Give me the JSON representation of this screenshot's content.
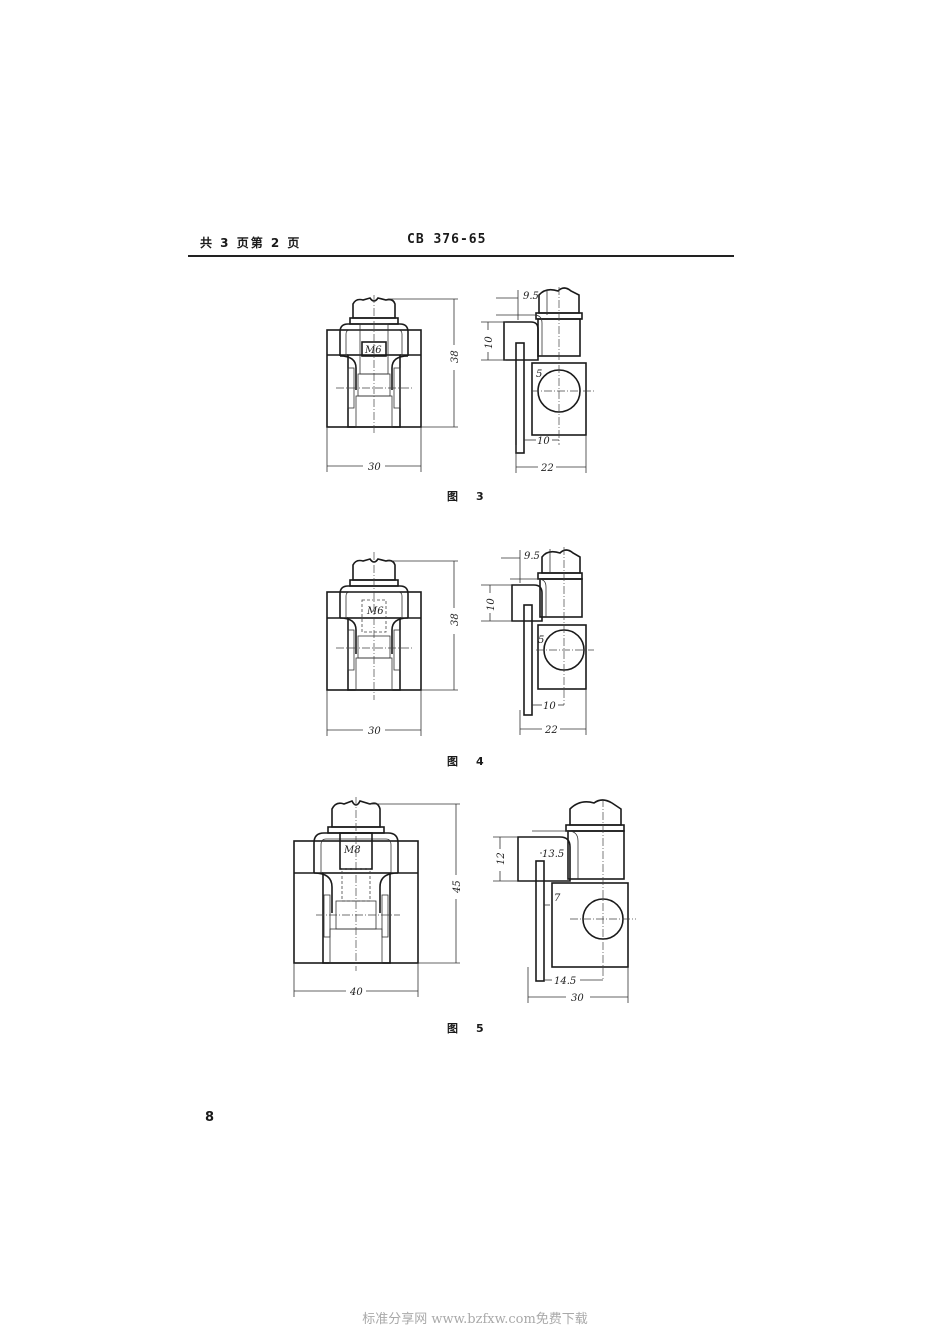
{
  "header": {
    "page_info": "共 3 页第 2 页",
    "standard_code": "CB 376-65"
  },
  "figures": [
    {
      "id": "fig3",
      "caption_label": "图",
      "caption_number": "3",
      "front_view": {
        "thread": "M6",
        "width_dim": "30",
        "height_dim": "38"
      },
      "side_view": {
        "dims": [
          "9.5",
          "10",
          "5",
          "10",
          "22"
        ]
      }
    },
    {
      "id": "fig4",
      "caption_label": "图",
      "caption_number": "4",
      "front_view": {
        "thread": "M6",
        "width_dim": "30",
        "height_dim": "38"
      },
      "side_view": {
        "dims": [
          "9.5",
          "10",
          "5",
          "10",
          "22"
        ]
      }
    },
    {
      "id": "fig5",
      "caption_label": "图",
      "caption_number": "5",
      "front_view": {
        "thread": "M8",
        "width_dim": "40",
        "height_dim": "45"
      },
      "side_view": {
        "dims": [
          "12",
          "13.5",
          "7",
          "14.5",
          "30"
        ]
      }
    }
  ],
  "page_number": "8",
  "watermark": "标准分享网 www.bzfxw.com免费下载"
}
